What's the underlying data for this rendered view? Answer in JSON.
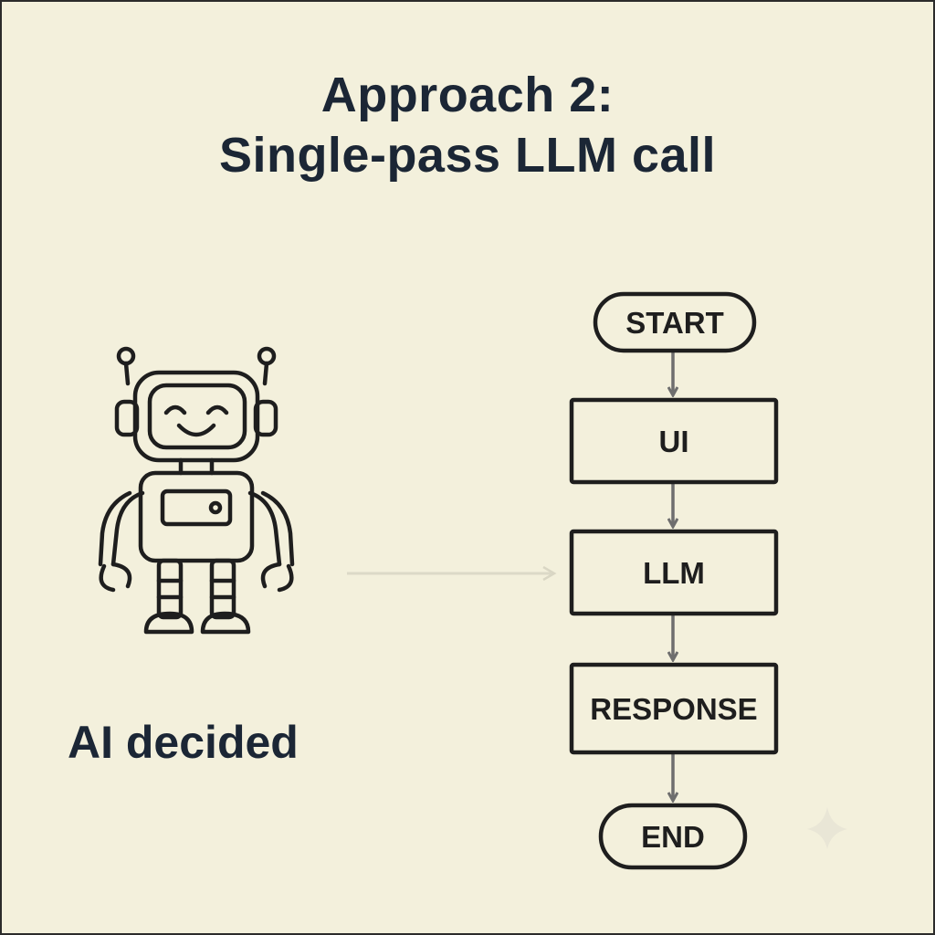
{
  "title": {
    "line1": "Approach 2:",
    "line2": "Single-pass LLM call"
  },
  "caption": "AI decided",
  "flow": {
    "start": "START",
    "ui": "UI",
    "llm": "LLM",
    "response": "RESPONSE",
    "end": "END"
  },
  "icons": {
    "robot": "robot-icon",
    "sparkle": "sparkle-icon"
  },
  "colors": {
    "background": "#f3f0dc",
    "ink": "#1e1e1e",
    "title": "#1b2635",
    "arrow": "#6e6e6e"
  }
}
